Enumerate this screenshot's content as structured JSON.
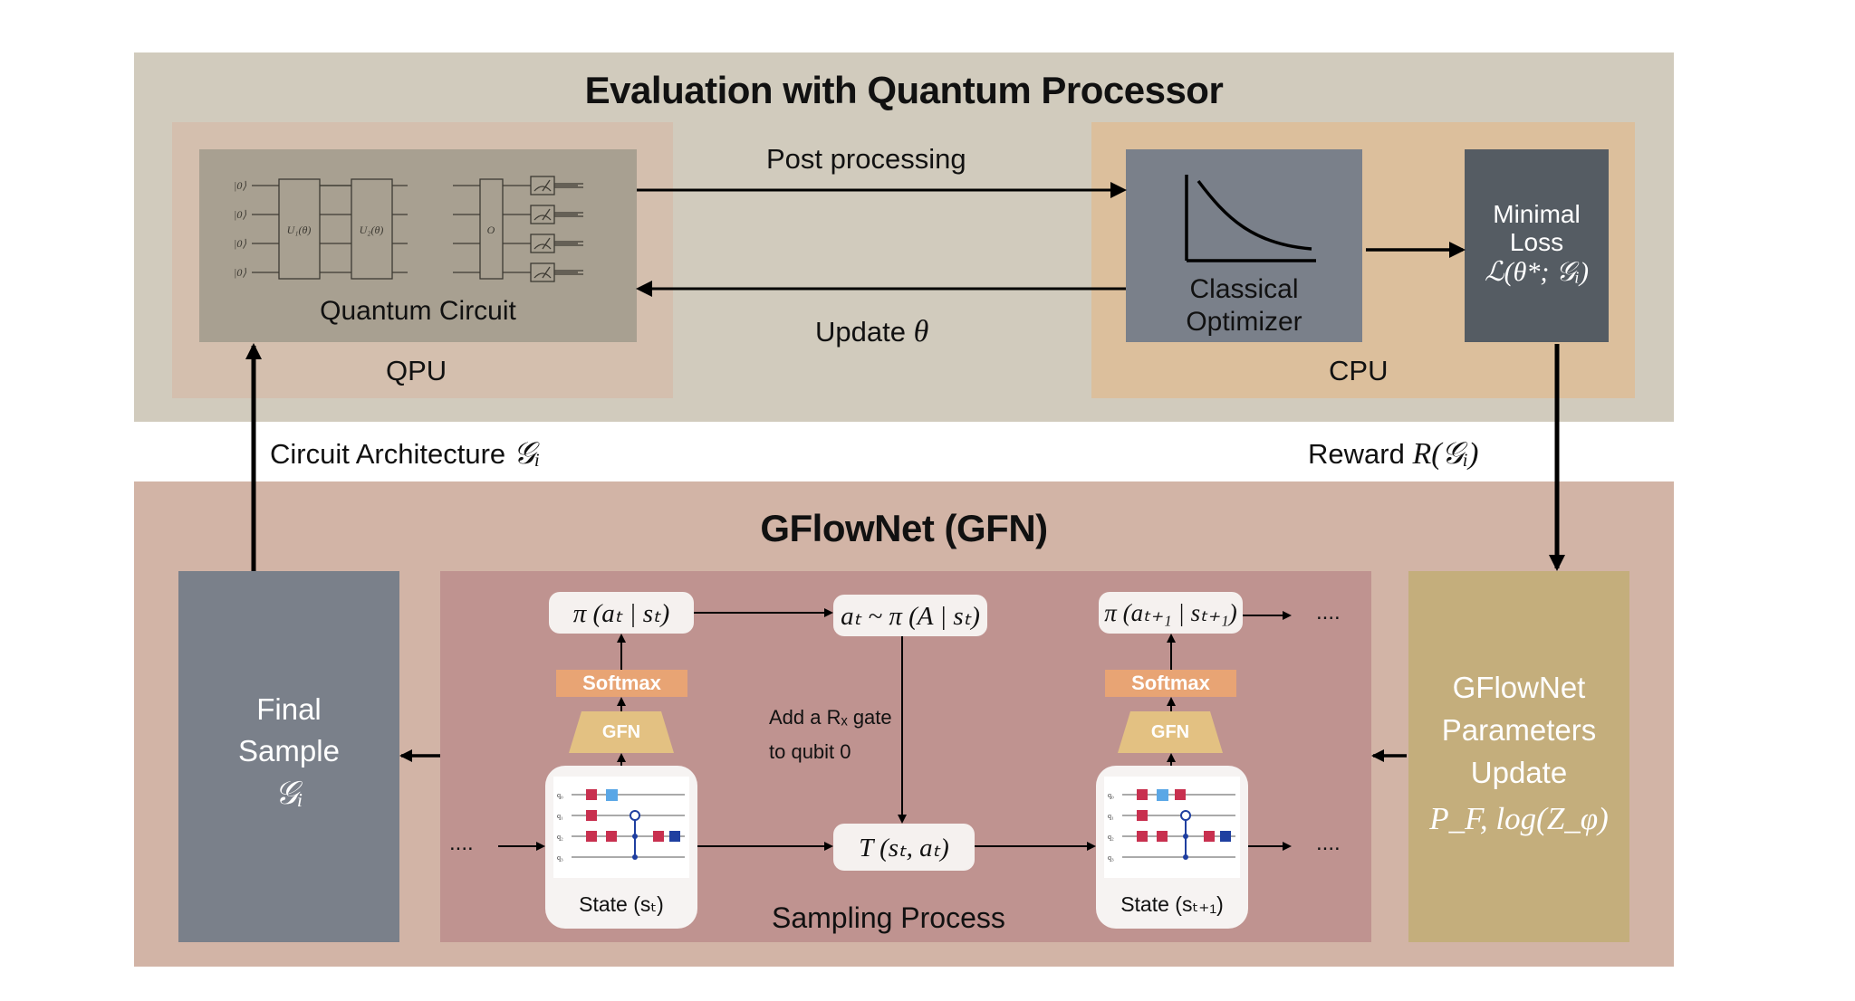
{
  "eval": {
    "title": "Evaluation with Quantum Processor",
    "qpu_label": "QPU",
    "cpu_label": "CPU",
    "circuit_label": "Quantum Circuit",
    "qubit_kets": [
      "|0⟩",
      "|0⟩",
      "|0⟩",
      "|0⟩"
    ],
    "gate_u1": "U₁(θ)",
    "gate_u2": "U₂(θ)",
    "gate_o": "O",
    "post_processing": "Post processing",
    "update_prefix": "Update",
    "update_symbol": "θ",
    "optimizer_line1": "Classical",
    "optimizer_line2": "Optimizer",
    "loss_line1": "Minimal",
    "loss_line2": "Loss",
    "loss_formula": "ℒ(θ*; 𝒢ᵢ)"
  },
  "links": {
    "circuit_arch_text": "Circuit Architecture",
    "circuit_arch_symbol": "𝒢ᵢ",
    "reward_text": "Reward",
    "reward_symbol": "R(𝒢ᵢ)"
  },
  "gfn": {
    "title": "GFlowNet (GFN)",
    "final_sample_line1": "Final",
    "final_sample_line2": "Sample",
    "final_sample_symbol": "𝒢ᵢ",
    "params_line1": "GFlowNet",
    "params_line2": "Parameters",
    "params_line3": "Update",
    "params_formula": "P_F, log(Z_φ)",
    "policy_t": "π (aₜ | sₜ)",
    "policy_t1": "π (aₜ₊₁ | sₜ₊₁)",
    "action_sample": "aₜ ~ π (A | sₜ)",
    "transition": "T (sₜ, aₜ)",
    "softmax_label": "Softmax",
    "gfn_label": "GFN",
    "add_gate_line1": "Add a Rₓ gate",
    "add_gate_line2": "to qubit 0",
    "state_t": "State (sₜ)",
    "state_t1": "State (sₜ₊₁)",
    "sampling_process": "Sampling Process",
    "ellipsis": "....",
    "mini_qubits": [
      "q₀",
      "q₁",
      "q₂",
      "q₃"
    ]
  },
  "colors": {
    "eval_bg": "#d1cbbd",
    "qpu_bg": "#d4bfae",
    "circuit_bg": "#a8a091",
    "cpu_bg": "#dcbf9c",
    "optimizer_bg": "#7a808a",
    "loss_bg": "#555c63",
    "gfn_bg": "#d2b4a6",
    "sampling_bg": "#bf9390",
    "final_bg": "#7a808a",
    "params_bg": "#c4ae7c",
    "softmax": "#e8a474",
    "gfn_block": "#e3c182"
  }
}
